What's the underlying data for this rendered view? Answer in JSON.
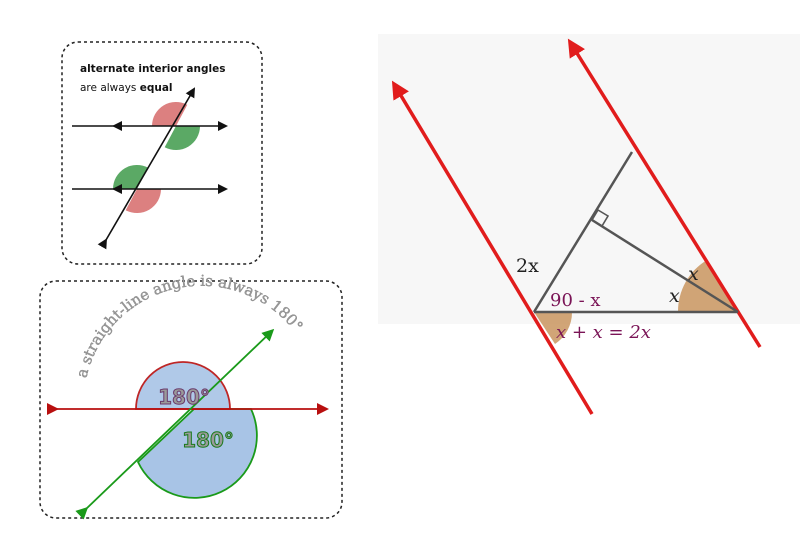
{
  "alternate_card": {
    "title": "alternate interior angles",
    "subtitle_prefix": "are always ",
    "subtitle_emphasis": "equal",
    "colors": {
      "angle_a": "#d66a6a",
      "angle_b": "#3e9a4a",
      "line": "#111111"
    }
  },
  "straight_card": {
    "arc_text": "a straight-line angle is always 180°",
    "upper_angle": "180°",
    "lower_angle": "180°",
    "colors": {
      "horizontal_line": "#b80f0f",
      "diagonal_line": "#1a9a1a",
      "fill": "#a8c4e6",
      "text": "#9a9a9a"
    }
  },
  "main_figure": {
    "label_2x": "2x",
    "label_90_minus_x": "90 - x",
    "label_x_top": "x",
    "label_x_bottom": "x",
    "label_sum_left": "x + x = ",
    "label_sum_right": "2x",
    "colors": {
      "parallel_lines": "#e11c1c",
      "triangle": "#555555",
      "angle_fill": "#c9955f",
      "text_purple": "#7a1456"
    }
  }
}
